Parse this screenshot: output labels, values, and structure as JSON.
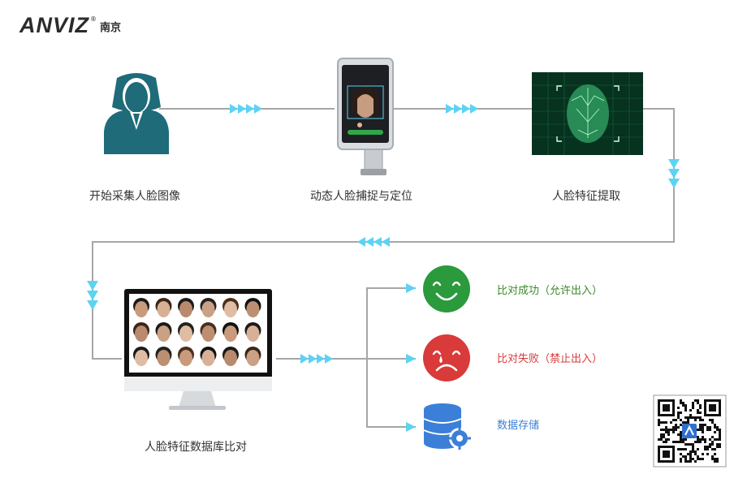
{
  "brand": {
    "name": "ANVIZ",
    "suffix": "南京"
  },
  "steps": [
    {
      "id": "collect",
      "label": "开始采集人脸图像"
    },
    {
      "id": "capture",
      "label": "动态人脸捕捉与定位"
    },
    {
      "id": "extract",
      "label": "人脸特征提取"
    },
    {
      "id": "compare",
      "label": "人脸特征数据库比对"
    }
  ],
  "outcomes": [
    {
      "id": "success",
      "label": "比对成功（允许出入）",
      "color": "#3a8a2a",
      "icon": "smiley-face-icon"
    },
    {
      "id": "failure",
      "label": "比对失败（禁止出入）",
      "color": "#d93a3a",
      "icon": "sad-face-icon"
    },
    {
      "id": "storage",
      "label": "数据存储",
      "color": "#3b7fd8",
      "icon": "database-gear-icon"
    }
  ],
  "colors": {
    "line": "#a6a6a6",
    "arrow": "#5dd3f3",
    "teal": "#1f6b7a",
    "green": "#2a9a3c",
    "red": "#d93a3a",
    "blue": "#3b7fd8"
  }
}
